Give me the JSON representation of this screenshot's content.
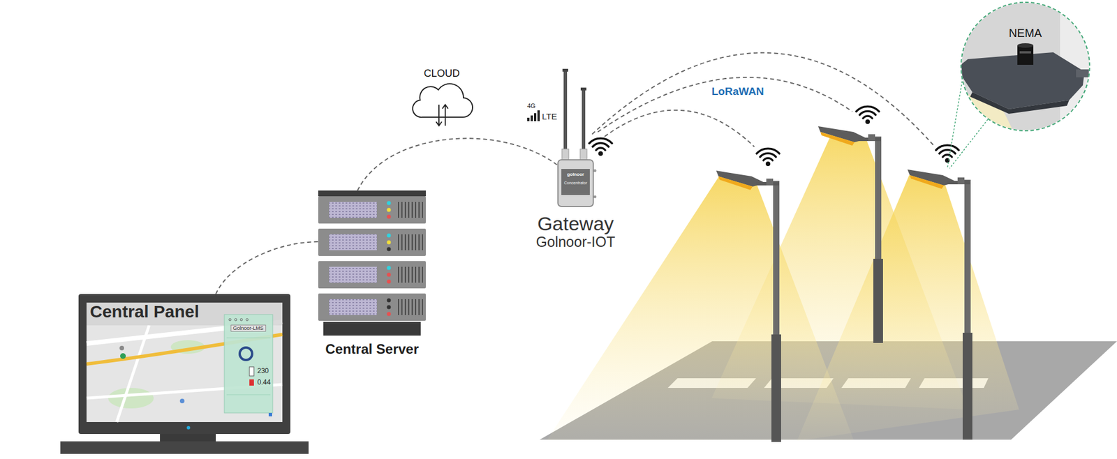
{
  "diagram": {
    "nodes": [
      {
        "text": [
          "Central Panel"
        ]
      },
      {
        "text": [
          "Central Server"
        ]
      },
      {
        "text": [
          "CLOUD"
        ]
      },
      {
        "text": [
          "Gateway",
          "Golnoor-IOT"
        ]
      },
      {
        "text": [
          "NEMA"
        ]
      }
    ],
    "edges": [
      {
        "from": 0,
        "to": 1,
        "arrow": "none"
      },
      {
        "from": 1,
        "to": 3,
        "arrow": "none"
      }
    ],
    "labels": [
      "Golnoor-LMS",
      "230",
      "0.44",
      "4G",
      "LTE",
      "golnoor",
      "Concentrator",
      "LoRaWAN"
    ]
  }
}
